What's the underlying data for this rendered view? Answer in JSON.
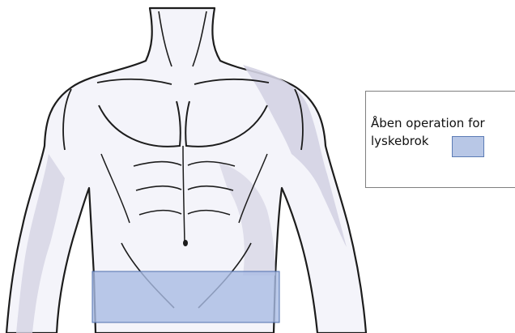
{
  "legend": {
    "label": "Åben operation for lyskebrok",
    "swatch_color": "#b8c7e6"
  },
  "highlight": {
    "region": "groin",
    "fill_color": "#a9bce3",
    "border_color": "#4f6fae"
  },
  "illustration": {
    "subject": "male-torso-front-view",
    "skin_color": "#f4f4fa",
    "shade_color": "#d4d3e3",
    "line_color": "#1c1c1c"
  }
}
